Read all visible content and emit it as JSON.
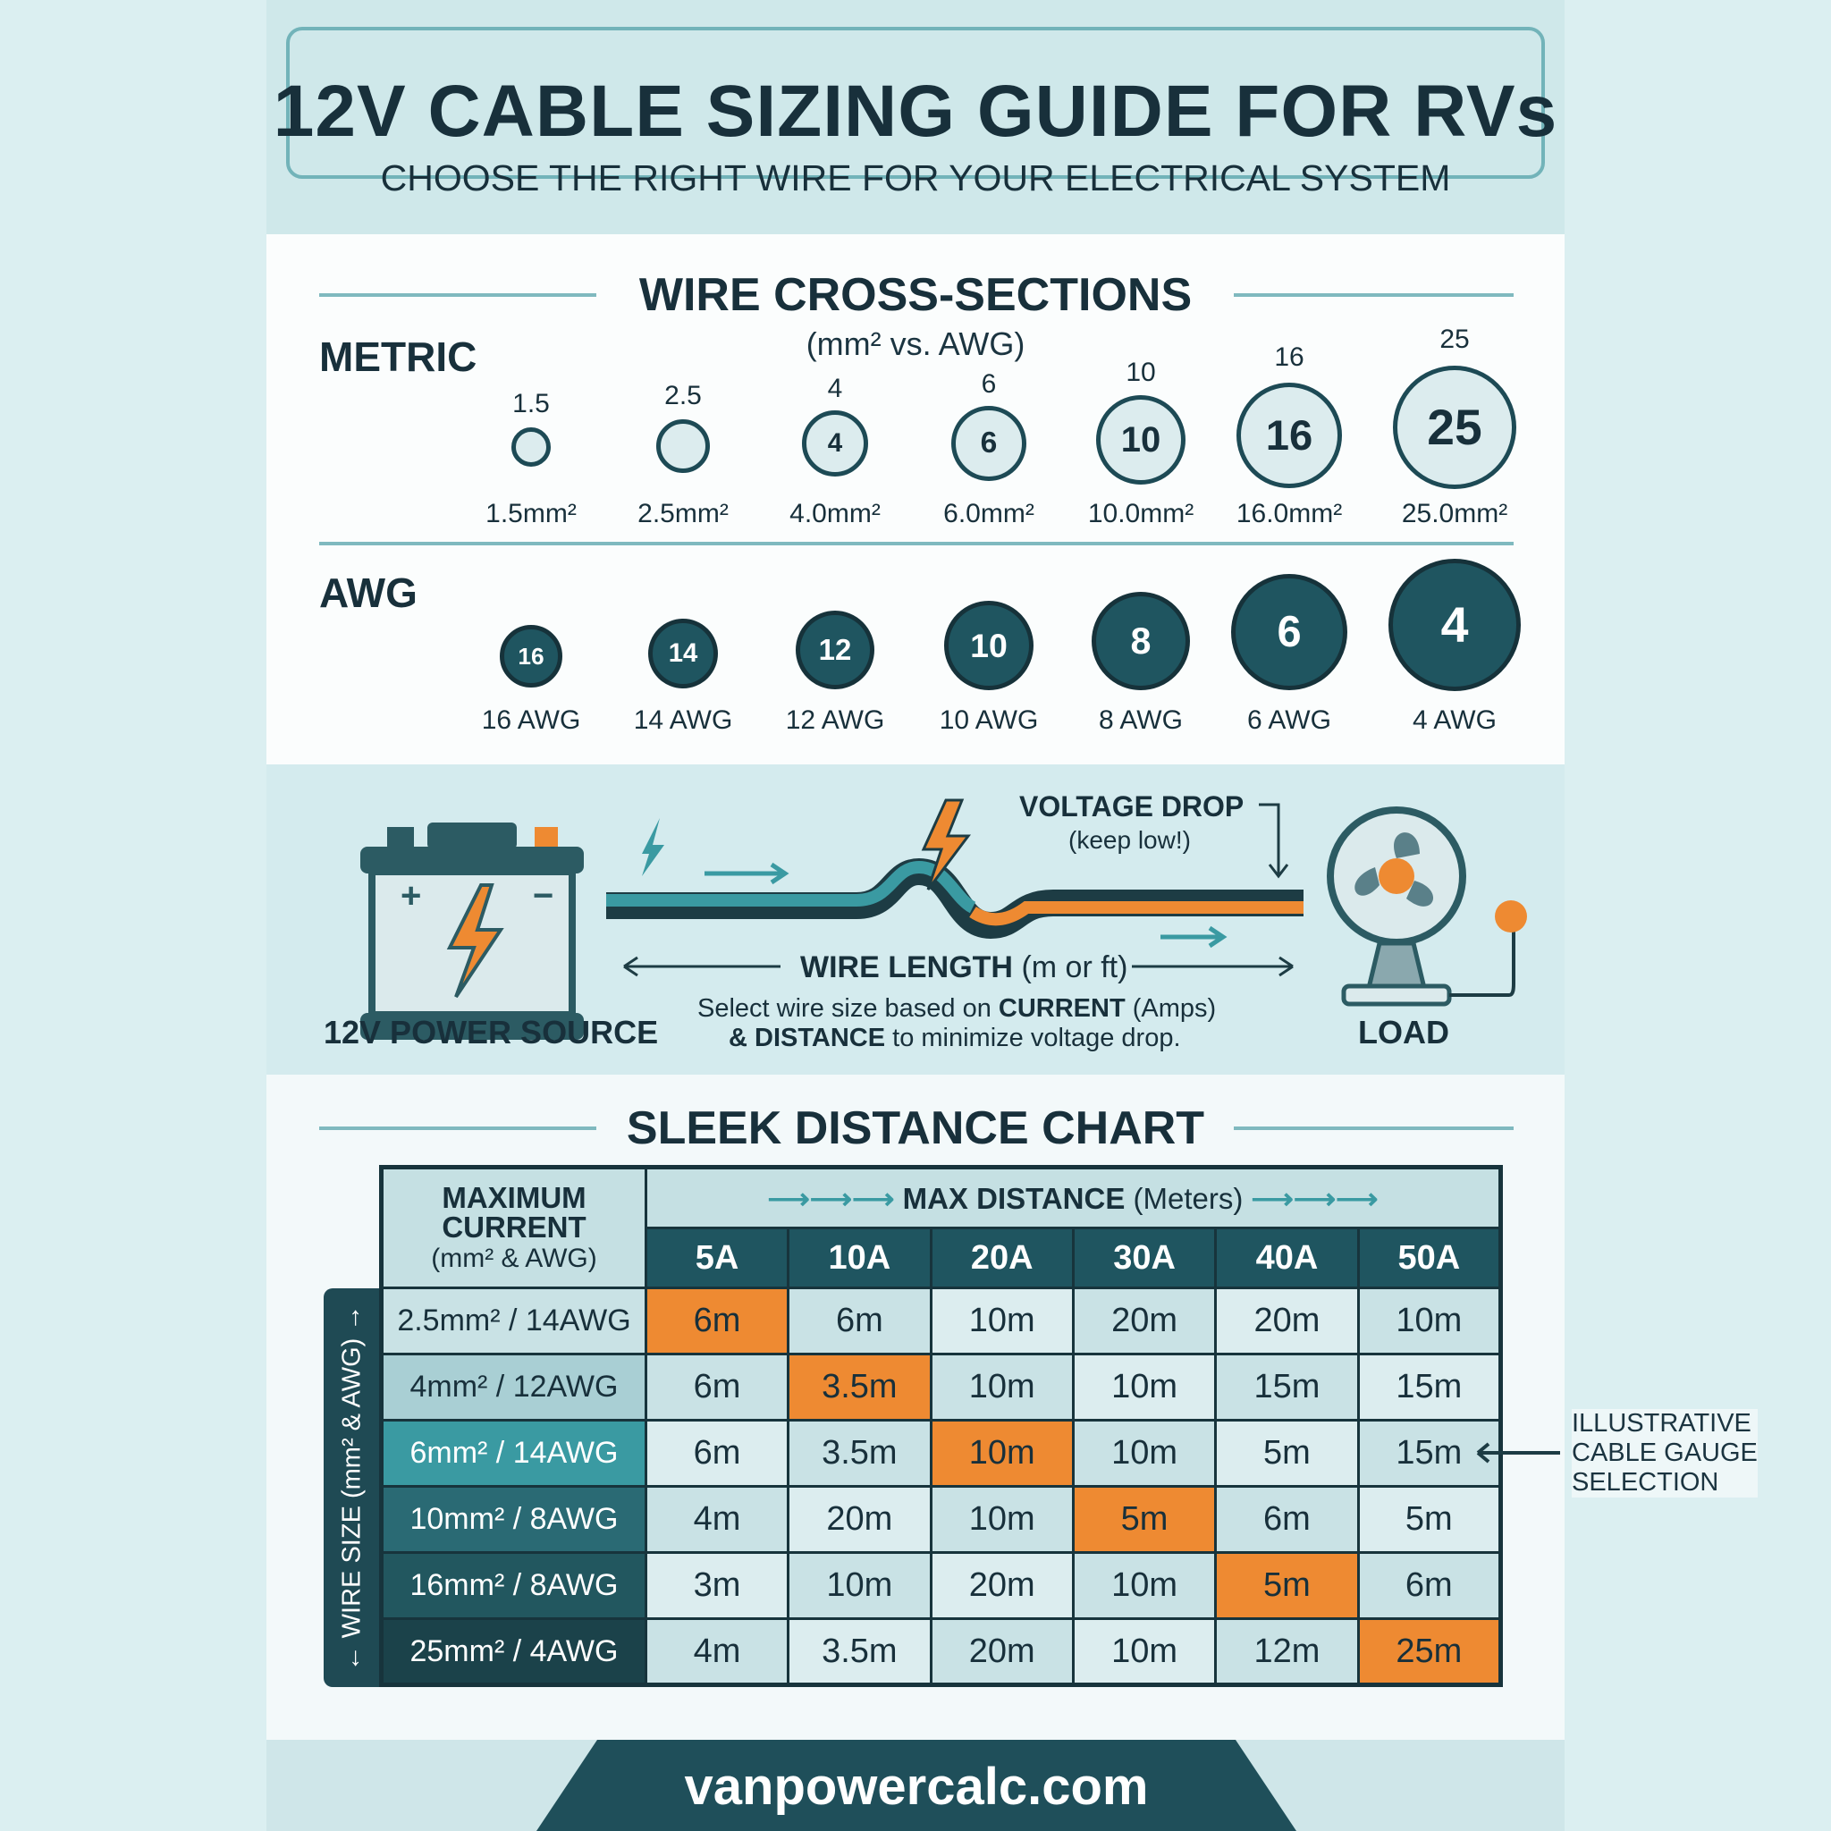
{
  "header": {
    "title": "12V CABLE SIZING GUIDE FOR RVs",
    "subtitle": "CHOOSE THE RIGHT WIRE FOR YOUR ELECTRICAL SYSTEM"
  },
  "cross_sections": {
    "title": "WIRE CROSS-SECTIONS",
    "subtitle": "(mm² vs. AWG)",
    "metric_label": "METRIC",
    "awg_label": "AWG",
    "metric": [
      {
        "top": "1.5",
        "inner": "",
        "caption": "1.5mm²"
      },
      {
        "top": "2.5",
        "inner": "",
        "caption": "2.5mm²"
      },
      {
        "top": "4",
        "inner": "4",
        "caption": "4.0mm²"
      },
      {
        "top": "6",
        "inner": "6",
        "caption": "6.0mm²"
      },
      {
        "top": "10",
        "inner": "10",
        "caption": "10.0mm²"
      },
      {
        "top": "16",
        "inner": "16",
        "caption": "16.0mm²"
      },
      {
        "top": "25",
        "inner": "25",
        "caption": "25.0mm²"
      }
    ],
    "awg": [
      {
        "inner": "16",
        "caption": "16 AWG"
      },
      {
        "inner": "14",
        "caption": "14 AWG"
      },
      {
        "inner": "12",
        "caption": "12 AWG"
      },
      {
        "inner": "10",
        "caption": "10 AWG"
      },
      {
        "inner": "8",
        "caption": "8 AWG"
      },
      {
        "inner": "6",
        "caption": "6 AWG"
      },
      {
        "inner": "4",
        "caption": "4 AWG"
      }
    ]
  },
  "diagram": {
    "source_label": "12V POWER SOURCE",
    "load_label": "LOAD",
    "voltage_drop": "VOLTAGE DROP",
    "keep_low": "(keep low!)",
    "wire_length": "WIRE LENGTH",
    "wire_length_unit": "(m or ft)",
    "note_1a": "Select wire size based on ",
    "note_1b": "CURRENT",
    "note_1c": " (Amps)",
    "note_2a": "& DISTANCE",
    "note_2b": " to minimize voltage drop."
  },
  "distance_chart": {
    "title": "SLEEK DISTANCE CHART",
    "corner_header": [
      "MAXIMUM",
      "CURRENT",
      "(mm² & AWG)"
    ],
    "max_distance": "MAX DISTANCE",
    "max_distance_unit": "(Meters)",
    "side_label": "← WIRE SIZE (mm² & AWG) →",
    "columns": [
      "5A",
      "10A",
      "20A",
      "30A",
      "40A",
      "50A"
    ],
    "rows": [
      {
        "size": "2.5mm² / 14AWG",
        "values": [
          "6m",
          "6m",
          "10m",
          "20m",
          "20m",
          "10m"
        ],
        "highlight": 0
      },
      {
        "size": "4mm² / 12AWG",
        "values": [
          "6m",
          "3.5m",
          "10m",
          "10m",
          "15m",
          "15m"
        ],
        "highlight": 1
      },
      {
        "size": "6mm² / 14AWG",
        "values": [
          "6m",
          "3.5m",
          "10m",
          "10m",
          "5m",
          "15m"
        ],
        "highlight": 2
      },
      {
        "size": "10mm² / 8AWG",
        "values": [
          "4m",
          "20m",
          "10m",
          "5m",
          "6m",
          "5m"
        ],
        "highlight": 3
      },
      {
        "size": "16mm² / 8AWG",
        "values": [
          "3m",
          "10m",
          "20m",
          "10m",
          "5m",
          "6m"
        ],
        "highlight": 4
      },
      {
        "size": "25mm² / 4AWG",
        "values": [
          "4m",
          "3.5m",
          "20m",
          "10m",
          "12m",
          "25m"
        ],
        "highlight": 5
      }
    ],
    "annotation": [
      "ILLUSTRATIVE",
      "CABLE GAUGE",
      "SELECTION"
    ]
  },
  "footer": {
    "url": "vanpowercalc.com"
  },
  "colors": {
    "accent_orange": "#ee8a32",
    "dark_teal": "#1f5560",
    "mid_teal": "#3a9aa2",
    "light_cell": "#d8ecef"
  }
}
